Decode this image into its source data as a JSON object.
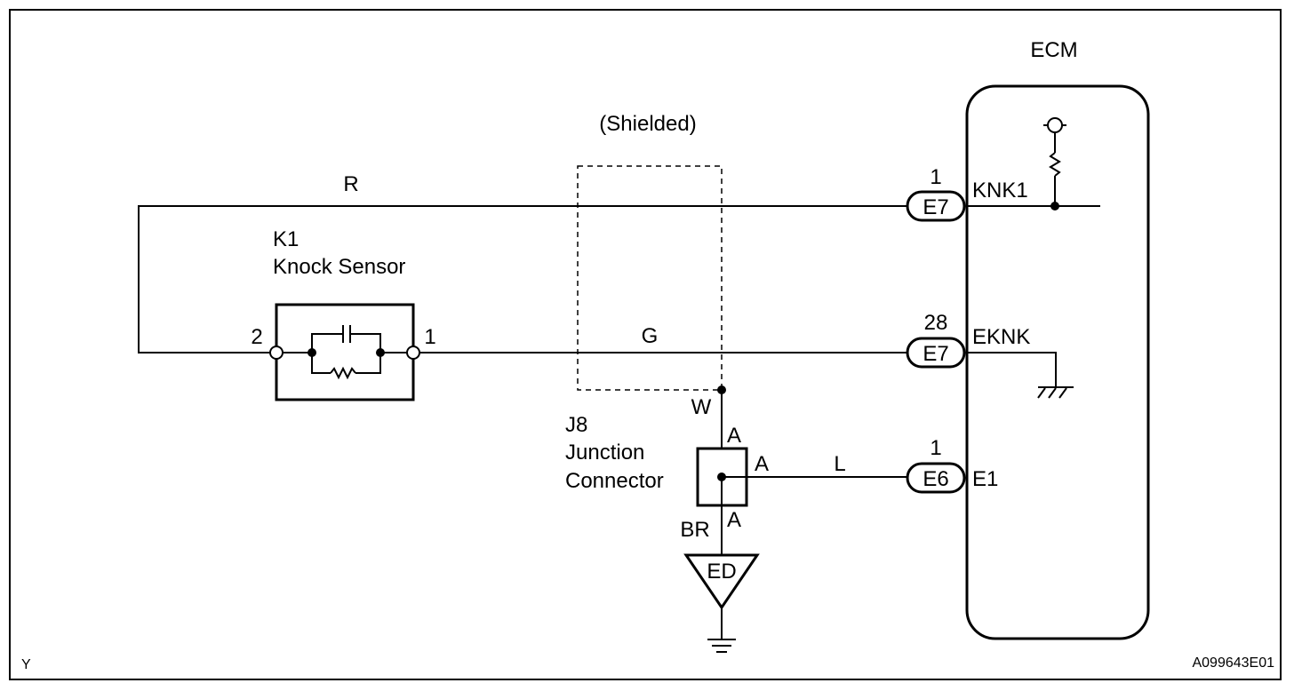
{
  "ecm": {
    "title": "ECM"
  },
  "shield": {
    "label": "(Shielded)"
  },
  "knock_sensor": {
    "code": "K1",
    "name": "Knock Sensor",
    "pin_left": "2",
    "pin_right": "1"
  },
  "wires": {
    "r": "R",
    "g": "G",
    "w": "W",
    "l": "L",
    "br": "BR"
  },
  "connectors": {
    "knk1": {
      "pin": "1",
      "connector": "E7",
      "signal": "KNK1"
    },
    "eknk": {
      "pin": "28",
      "connector": "E7",
      "signal": "EKNK"
    },
    "e1": {
      "pin": "1",
      "connector": "E6",
      "signal": "E1"
    }
  },
  "junction": {
    "code": "J8",
    "line1": "Junction",
    "line2": "Connector",
    "pin_a": "A"
  },
  "ground": {
    "label": "ED"
  },
  "footer": {
    "left": "Y",
    "right": "A099643E01"
  }
}
